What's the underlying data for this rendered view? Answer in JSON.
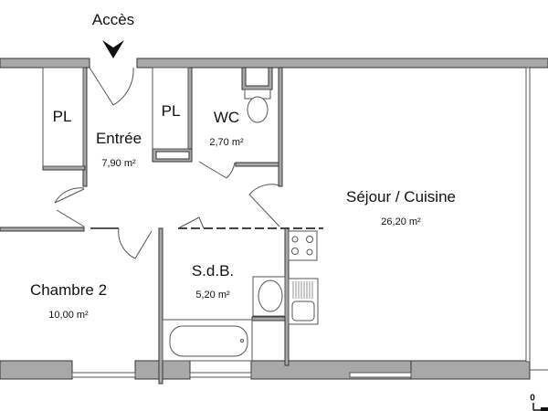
{
  "access": {
    "label": "Accès"
  },
  "rooms": [
    {
      "id": "pl-left",
      "name": "PL"
    },
    {
      "id": "entree",
      "name": "Entrée",
      "area": "7,90 m²"
    },
    {
      "id": "pl-center",
      "name": "PL"
    },
    {
      "id": "wc",
      "name": "WC",
      "area": "2,70 m²"
    },
    {
      "id": "sejour",
      "name": "Séjour / Cuisine",
      "area": "26,20 m²"
    },
    {
      "id": "chambre2",
      "name": "Chambre 2",
      "area": "10,00 m²"
    },
    {
      "id": "sdb",
      "name": "S.d.B.",
      "area": "5,20 m²"
    }
  ],
  "scale": {
    "origin_label": "0"
  },
  "colors": {
    "wall_fill": "#a8a8a8",
    "wall_stroke": "#333333",
    "fixture_stroke": "#555555"
  }
}
